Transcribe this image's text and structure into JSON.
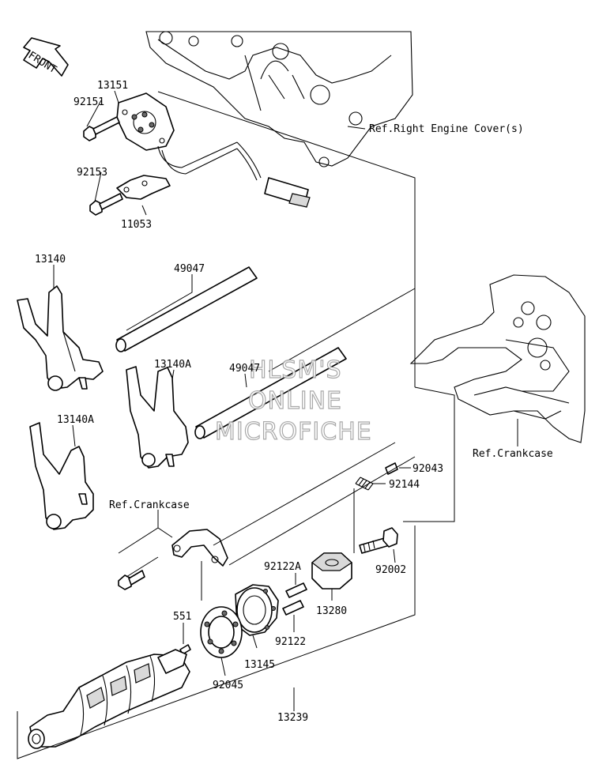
{
  "front_badge": "FRONT",
  "references": {
    "right_engine_cover": "Ref.Right Engine Cover(s)",
    "crankcase_right": "Ref.Crankcase",
    "crankcase_left": "Ref.Crankcase"
  },
  "part_labels": {
    "p13151": "13151",
    "p92151": "92151",
    "p92153": "92153",
    "p11053": "11053",
    "p13140": "13140",
    "p49047a": "49047",
    "p13140A_a": "13140A",
    "p49047b": "49047",
    "p13140A_b": "13140A",
    "p92043": "92043",
    "p92144": "92144",
    "p92002": "92002",
    "p92122A": "92122A",
    "p13280": "13280",
    "p551": "551",
    "p92122": "92122",
    "p13145": "13145",
    "p92045": "92045",
    "p13239": "13239"
  },
  "watermark": {
    "line1": "HLSM'S",
    "line2": "ONLINE",
    "line3": "MICROFICHE"
  }
}
